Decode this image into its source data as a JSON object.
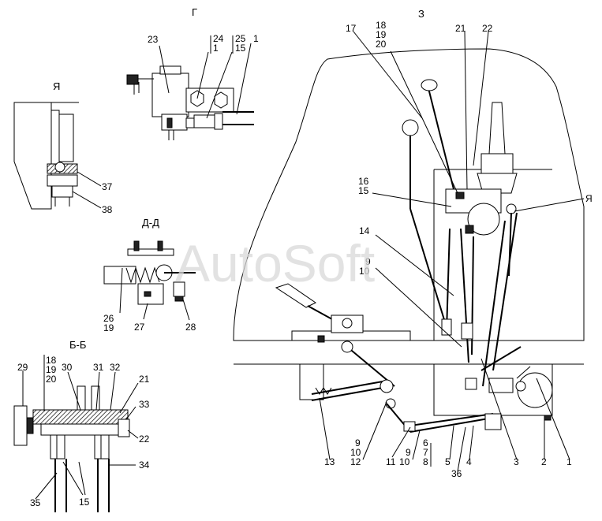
{
  "watermark": "AutoSoft",
  "sections": {
    "g": "Г",
    "z": "З",
    "ya_view": "Я",
    "dd": "Д-Д",
    "bb": "Б-Б",
    "ya_ref": "Я"
  },
  "callouts": {
    "g_23": "23",
    "g_24": "24",
    "g_1a": "1",
    "g_25": "25",
    "g_15": "15",
    "g_1b": "1",
    "ya_37": "37",
    "ya_38": "38",
    "dd_26": "26",
    "dd_19": "19",
    "dd_27": "27",
    "dd_28": "28",
    "bb_29": "29",
    "bb_18": "18",
    "bb_19": "19",
    "bb_20": "20",
    "bb_30": "30",
    "bb_31": "31",
    "bb_32": "32",
    "bb_21": "21",
    "bb_33": "33",
    "bb_22": "22",
    "bb_34": "34",
    "bb_35": "35",
    "bb_15": "15",
    "z_17": "17",
    "z_18": "18",
    "z_19": "19",
    "z_20": "20",
    "z_21": "21",
    "z_22": "22",
    "z_16": "16",
    "z_15": "15",
    "z_14": "14",
    "z_9": "9",
    "z_10": "10",
    "z_13": "13",
    "z_9b": "9",
    "z_10b": "10",
    "z_12": "12",
    "z_11": "11",
    "z_9c": "9",
    "z_10c": "10",
    "z_6": "6",
    "z_7": "7",
    "z_8": "8",
    "z_5": "5",
    "z_36": "36",
    "z_4": "4",
    "z_3": "3",
    "z_2": "2",
    "z_1": "1"
  }
}
